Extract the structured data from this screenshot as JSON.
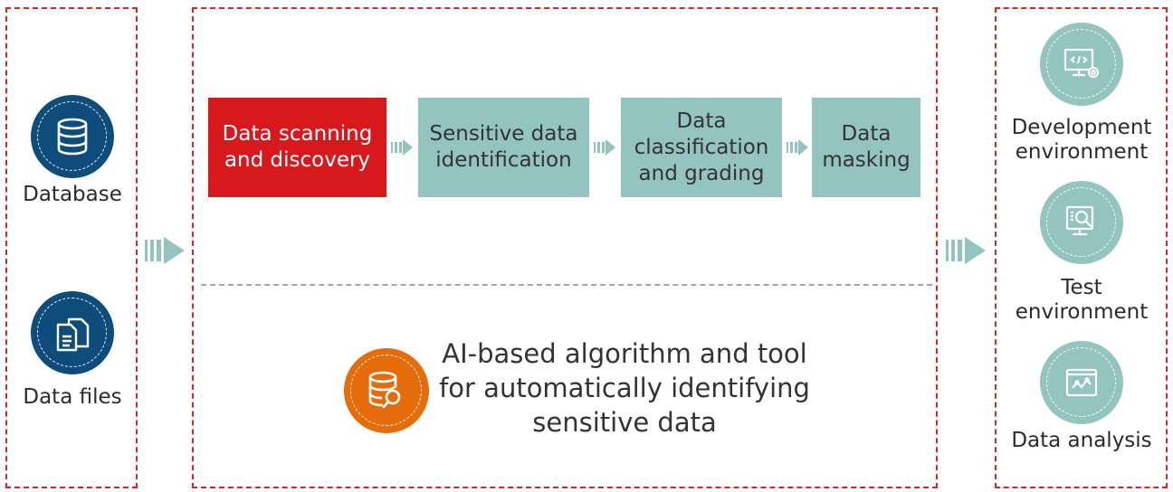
{
  "colors": {
    "accent": "#d7262b",
    "teal": "#93c4bf",
    "navy": "#0e4d7b",
    "orange": "#e46c0a",
    "step_active": "#d7191e"
  },
  "sources": [
    {
      "label": "Database",
      "icon": "database-icon"
    },
    {
      "label": "Data files",
      "icon": "file-copy-icon"
    }
  ],
  "pipeline": {
    "steps": [
      {
        "label": "Data scanning and discovery",
        "active": true
      },
      {
        "label": "Sensitive data identification",
        "active": false
      },
      {
        "label": "Data classification and grading",
        "active": false
      },
      {
        "label": "Data masking",
        "active": false
      }
    ],
    "ai_tool": {
      "label": "AI-based algorithm and tool for automatically identifying sensitive data",
      "icon": "database-search-icon"
    }
  },
  "targets": [
    {
      "label": "Development environment",
      "icon": "monitor-code-icon"
    },
    {
      "label": "Test environment",
      "icon": "monitor-search-icon"
    },
    {
      "label": "Data analysis",
      "icon": "analytics-chart-icon"
    }
  ]
}
